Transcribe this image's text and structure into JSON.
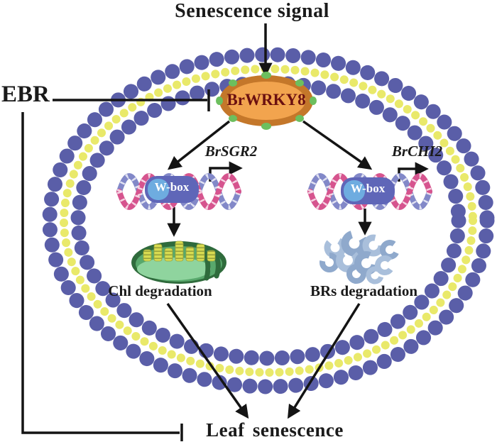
{
  "title": "Senescence signal",
  "nodes": {
    "ebr": "EBR",
    "transcription_factor": "BrWRKY8",
    "wbox_left": "W-box",
    "wbox_right": "W-box",
    "gene_left": "BrSGR2",
    "gene_right": "BrCHI2",
    "process_left": "Chl degradation",
    "process_right": "BRs degradation",
    "outcome": "Leaf senescence"
  },
  "colors": {
    "text": "#1a1a1a",
    "arrow": "#141414",
    "membrane_head": "#5a5ea8",
    "membrane_tail": "#e9e96a",
    "tf_fill": "#f2a44e",
    "tf_border": "#c4772a",
    "tf_tab": "#6cbf5e",
    "tf_text": "#6b1010",
    "wbox_fill": "#5f66b8",
    "wbox_light": "#6fb0e2",
    "dna_pink": "#d6548e",
    "dna_blue": "#8288c8",
    "chl_dark": "#2f6b3c",
    "chl_mid": "#58a86c",
    "chl_light": "#8fd49e",
    "grana": "#d8db50",
    "grana_line": "#9aa23a",
    "cloud": "#a9bfdb",
    "cloud_shade": "#8fa9cc"
  }
}
